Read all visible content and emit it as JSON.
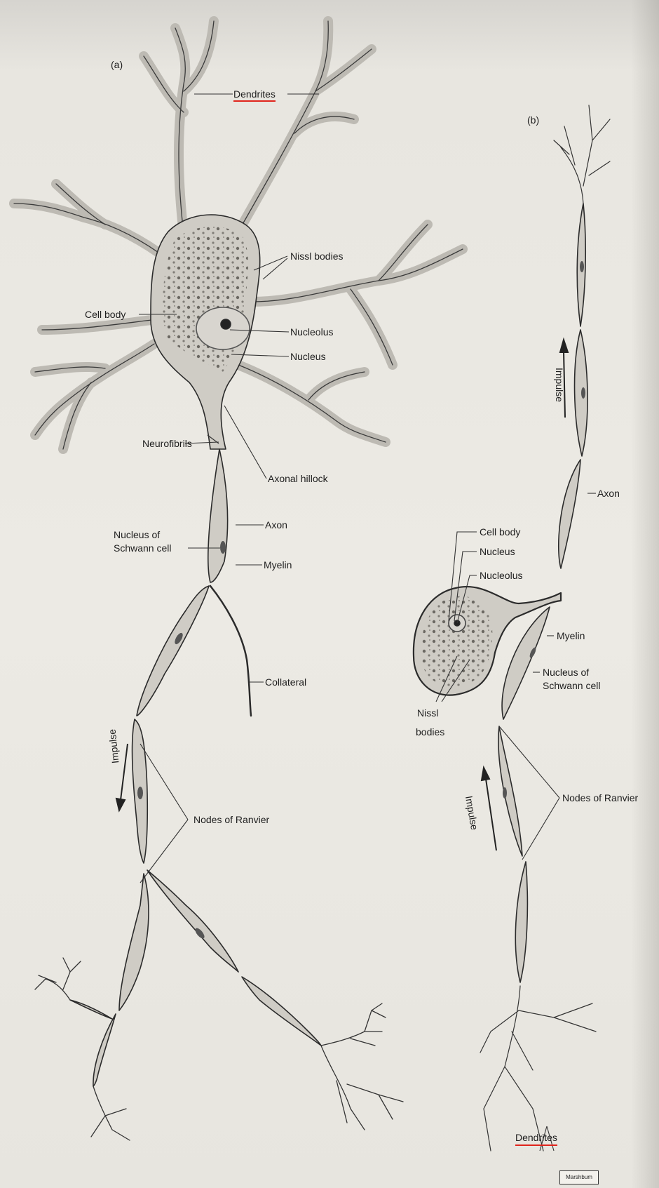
{
  "panels": {
    "a": "(a)",
    "b": "(b)"
  },
  "labels_a": {
    "dendrites": "Dendrites",
    "nissl_bodies": "Nissl bodies",
    "cell_body": "Cell body",
    "nucleolus": "Nucleolus",
    "nucleus": "Nucleus",
    "neurofibrils": "Neurofibrils",
    "axonal_hillock": "Axonal hillock",
    "axon": "Axon",
    "nucleus_of_schwann_cell_1": "Nucleus of",
    "nucleus_of_schwann_cell_2": "Schwann cell",
    "myelin": "Myelin",
    "collateral": "Collateral",
    "impulse": "Impulse",
    "nodes_of_ranvier": "Nodes of Ranvier"
  },
  "labels_b": {
    "impulse_top": "Impulse",
    "axon": "Axon",
    "cell_body": "Cell body",
    "nucleus": "Nucleus",
    "nucleolus": "Nucleolus",
    "myelin": "Myelin",
    "nucleus_of_schwann_cell_1": "Nucleus of",
    "nucleus_of_schwann_cell_2": "Schwann cell",
    "nissl_bodies_1": "Nissl",
    "nissl_bodies_2": "bodies",
    "impulse_bottom": "Impulse",
    "nodes_of_ranvier": "Nodes of Ranvier",
    "dendrites": "Dendrites"
  },
  "stamp": "Marshbum",
  "colors": {
    "ink": "#2a2a2a",
    "cell_fill": "#cfccc5",
    "highlight_underline": "#e0241c",
    "paper": "#eceae4"
  }
}
